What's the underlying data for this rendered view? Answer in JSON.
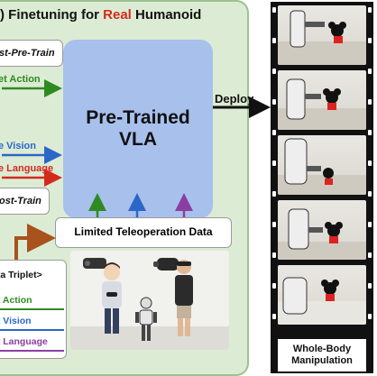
{
  "title": {
    "prefix": ") Finetuning for ",
    "real": "Real",
    "suffix": " Humanoid"
  },
  "left_items": {
    "post_pretrain": "st-Pre-Train",
    "target_action": "et Action",
    "target_vision": "e Vision",
    "target_language": "e Language",
    "post_train": "ost-Train"
  },
  "center": {
    "line1": "Pre-Trained",
    "line2": "VLA"
  },
  "teleop_label": "Limited Teleoperation Data",
  "triplet": {
    "header": "ata Triplet>",
    "action": "et Action",
    "vision": "et Vision",
    "language": "et Language"
  },
  "deploy_label": "Deploy",
  "right_caption": {
    "line1": "Whole-Body",
    "line2": "Manipulation"
  },
  "colors": {
    "green": "#2f8a22",
    "blue": "#2b67c8",
    "red": "#d42a1e",
    "purple": "#8b3fa2",
    "orange": "#a8521c",
    "panel_bg": "#dcecd4",
    "vla_bg": "#a8c0ec"
  },
  "icons": [
    "vr-headset-icon",
    "handheld-controller-icon",
    "humanoid-robot-icon",
    "operator-person-icon",
    "robot-gripper-icon",
    "mickey-plush-icon"
  ]
}
